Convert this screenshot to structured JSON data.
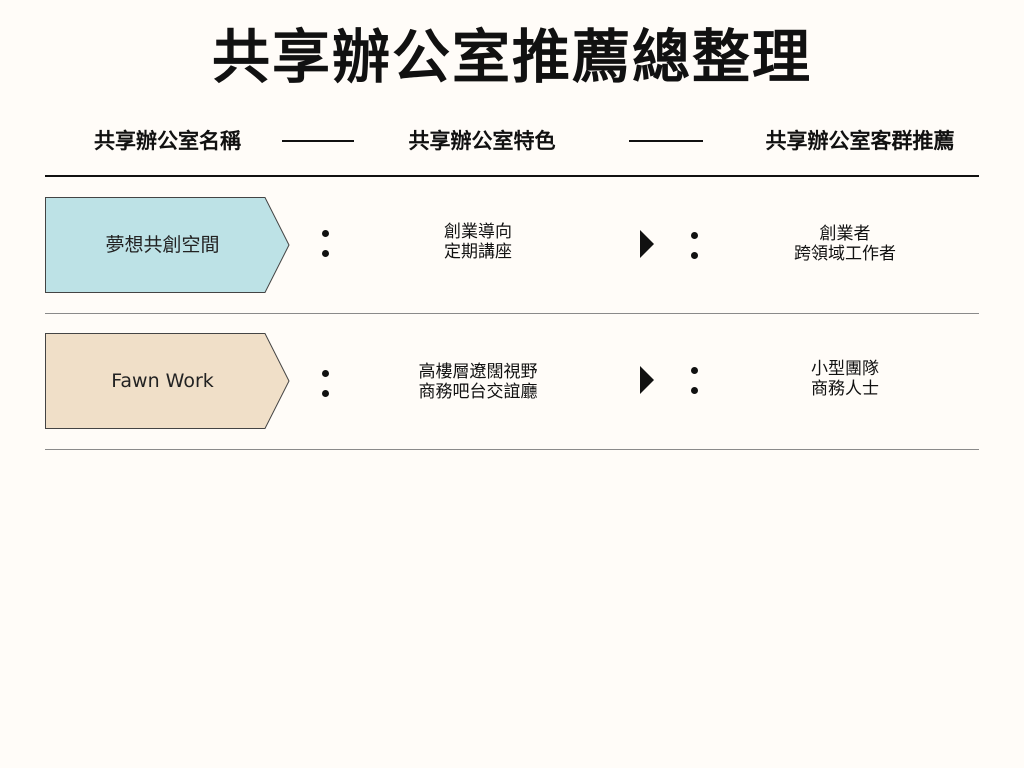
{
  "title": "共享辦公室推薦總整理",
  "headers": {
    "name": "共享辦公室名稱",
    "features": "共享辦公室特色",
    "audience": "共享辦公室客群推薦"
  },
  "rows": [
    {
      "name": "夢想共創空間",
      "color": "#bde2e6",
      "features": [
        "創業導向",
        "定期講座"
      ],
      "audience": [
        "創業者",
        "跨領域工作者"
      ]
    },
    {
      "name": "Fawn Work",
      "color": "#f0dfc8",
      "features": [
        "高樓層遼闊視野",
        "商務吧台交誼廳"
      ],
      "audience": [
        "小型團隊",
        "商務人士"
      ]
    }
  ]
}
